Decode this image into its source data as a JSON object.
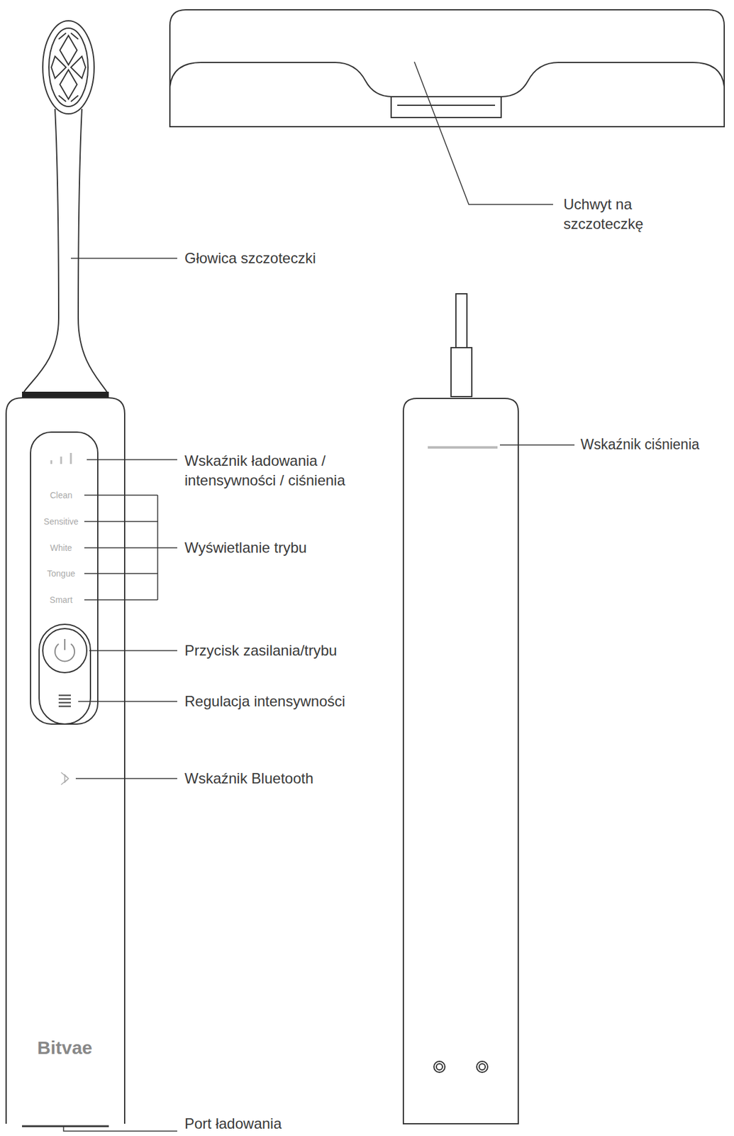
{
  "diagram": {
    "labels": [
      "Uchwyt na szczoteczkę",
      "Głowica szczoteczki",
      "Wskaźnik ładowania / intensywności / ciśnienia",
      "Clean",
      "Sensitive",
      "White",
      "Tongue",
      "Smart",
      "Wyświetlanie trybu",
      "Przycisk zasilania/trybu",
      "Regulacja intensywności",
      "Wskaźnik Bluetooth",
      "Bitvae",
      "Wskaźnik ciśnienia",
      "Port ładowania"
    ]
  }
}
